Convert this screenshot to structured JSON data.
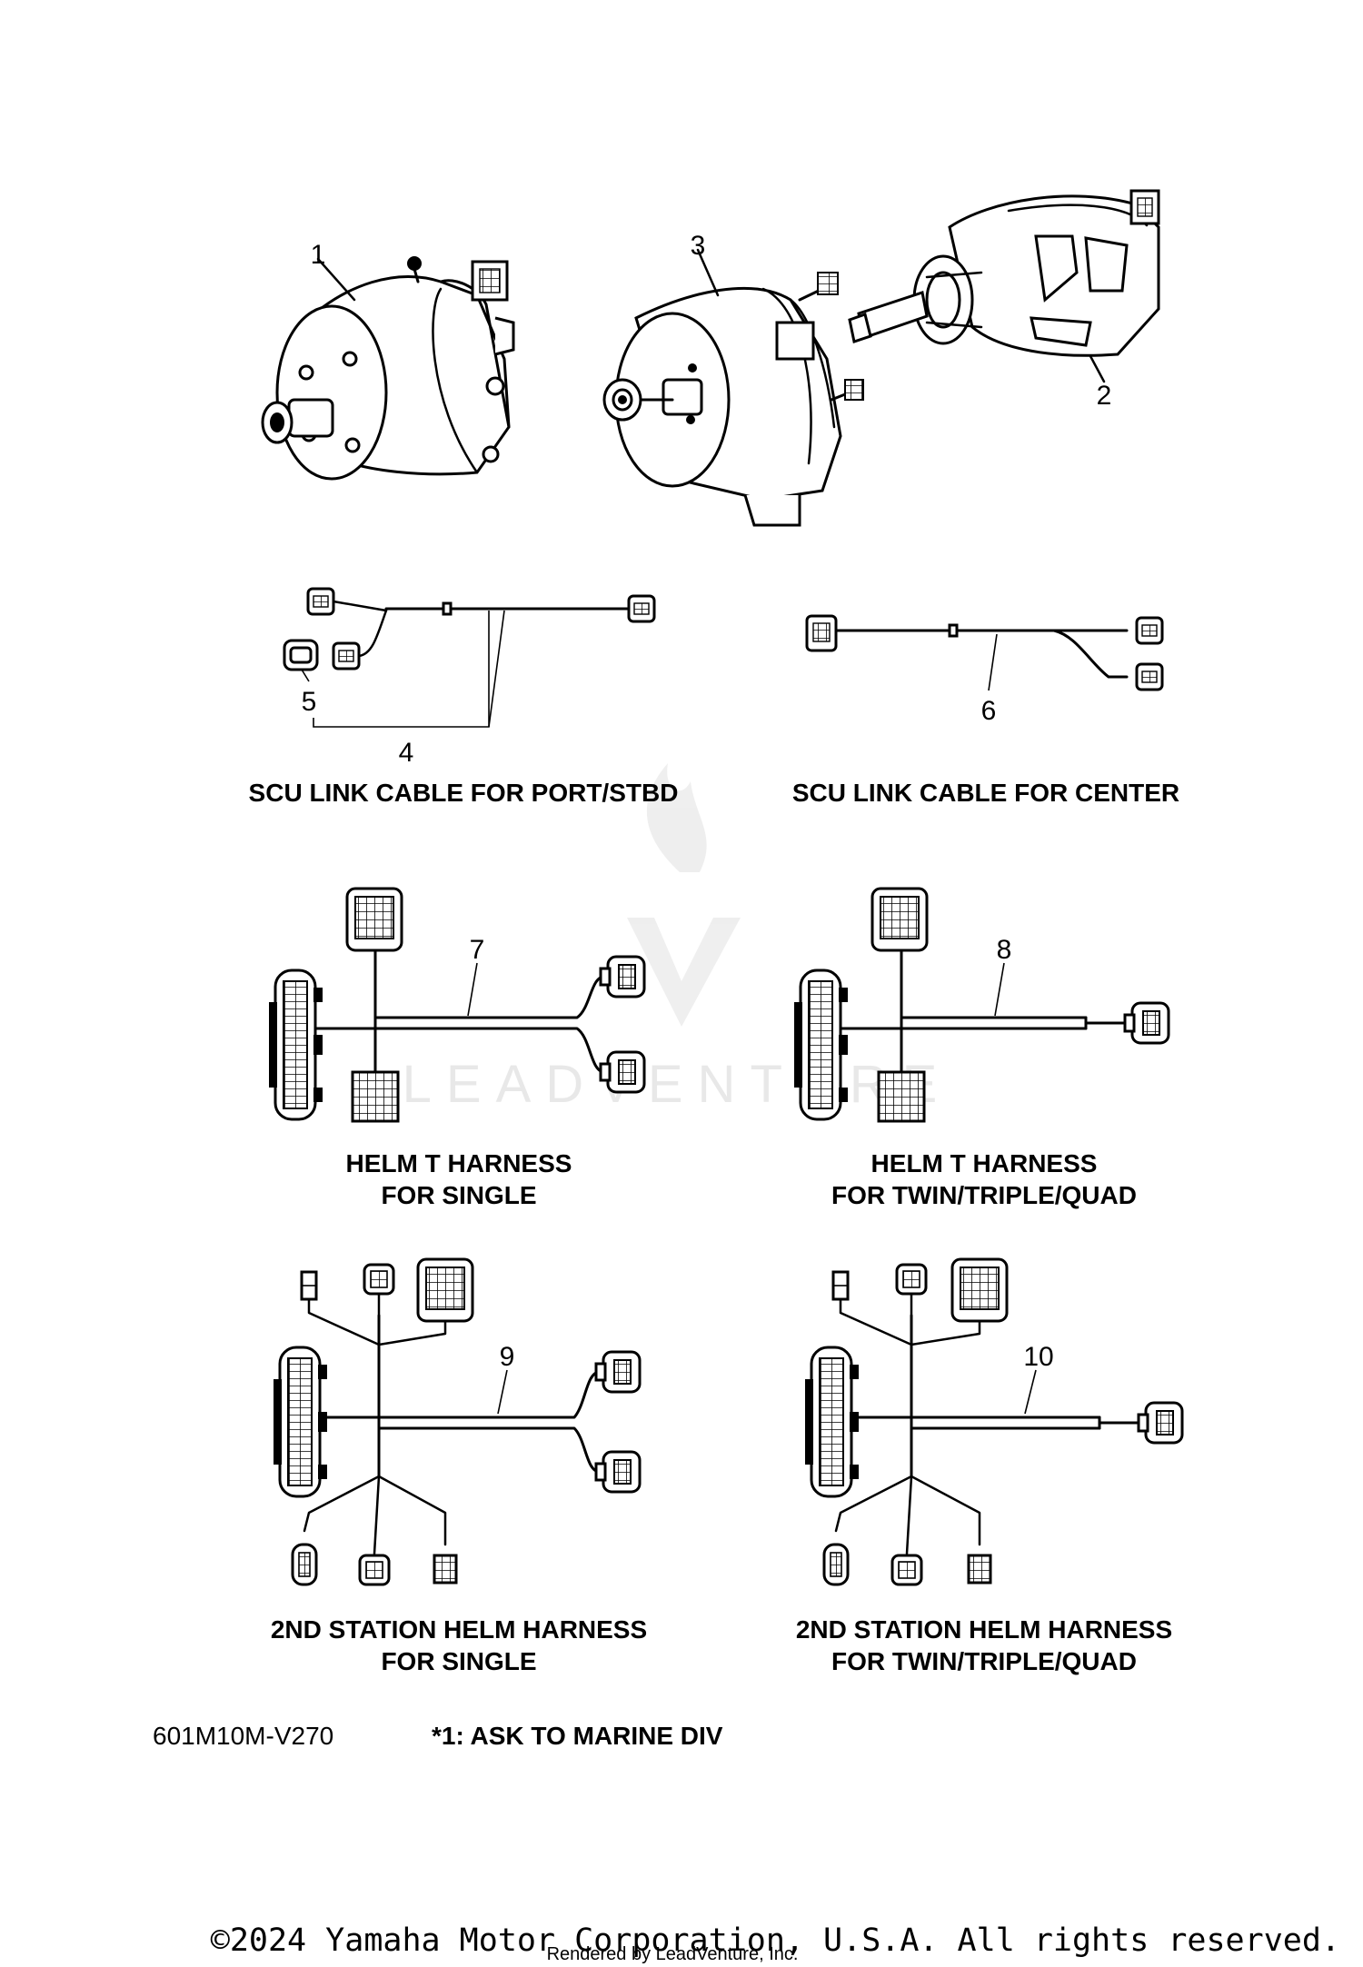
{
  "parts": {
    "p1": "1",
    "p2": "2",
    "p3": "3",
    "p4": "4",
    "p5": "5",
    "p6": "6",
    "p7": "7",
    "p8": "8",
    "p9": "9",
    "p10": "10"
  },
  "captions": {
    "scu_port_stbd": "SCU LINK CABLE FOR PORT/STBD",
    "scu_center": "SCU LINK CABLE FOR CENTER",
    "helm_t_single_1": "HELM T HARNESS",
    "helm_t_single_2": "FOR SINGLE",
    "helm_t_twin_1": "HELM T HARNESS",
    "helm_t_twin_2": "FOR TWIN/TRIPLE/QUAD",
    "second_single_1": "2ND STATION HELM HARNESS",
    "second_single_2": "FOR SINGLE",
    "second_twin_1": "2ND STATION HELM HARNESS",
    "second_twin_2": "FOR TWIN/TRIPLE/QUAD"
  },
  "footer": {
    "code": "601M10M-V270",
    "note": "*1:  ASK TO MARINE DIV",
    "copyright": "©2024 Yamaha Motor Corporation, U.S.A. All rights reserved.",
    "rendered": "Rendered by LeadVenture, Inc."
  },
  "watermark": {
    "text": "LEADVENTURE",
    "color": "#e8e8e8"
  }
}
